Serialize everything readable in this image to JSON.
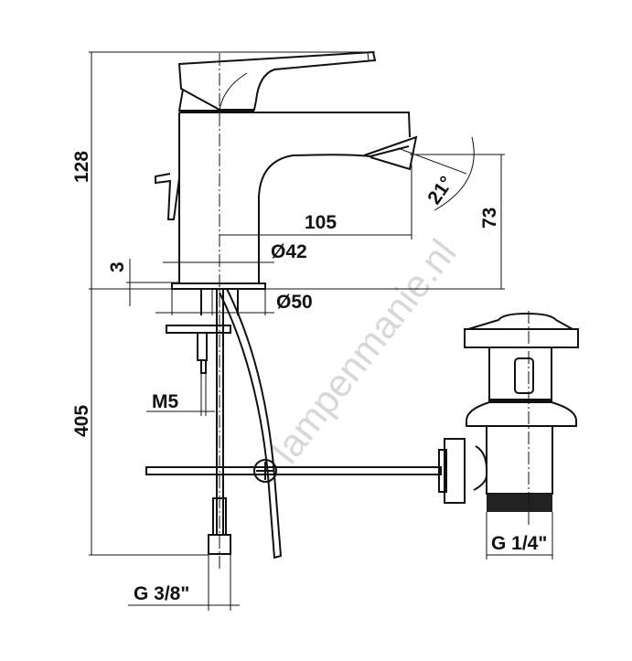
{
  "watermark": "lampenmanie.nl",
  "dimensions": {
    "total_height": "128",
    "spout_reach": "105",
    "body_diameter": "Ø42",
    "base_thickness": "3",
    "spout_height": "73",
    "spout_angle": "21°",
    "base_diameter": "Ø50",
    "rod_thread": "M5",
    "hose_length": "405",
    "hose_connection": "G 3/8\"",
    "drain_thread": "G 1/4\""
  },
  "colors": {
    "line": "#111111",
    "watermark": "#d8d8d8"
  }
}
